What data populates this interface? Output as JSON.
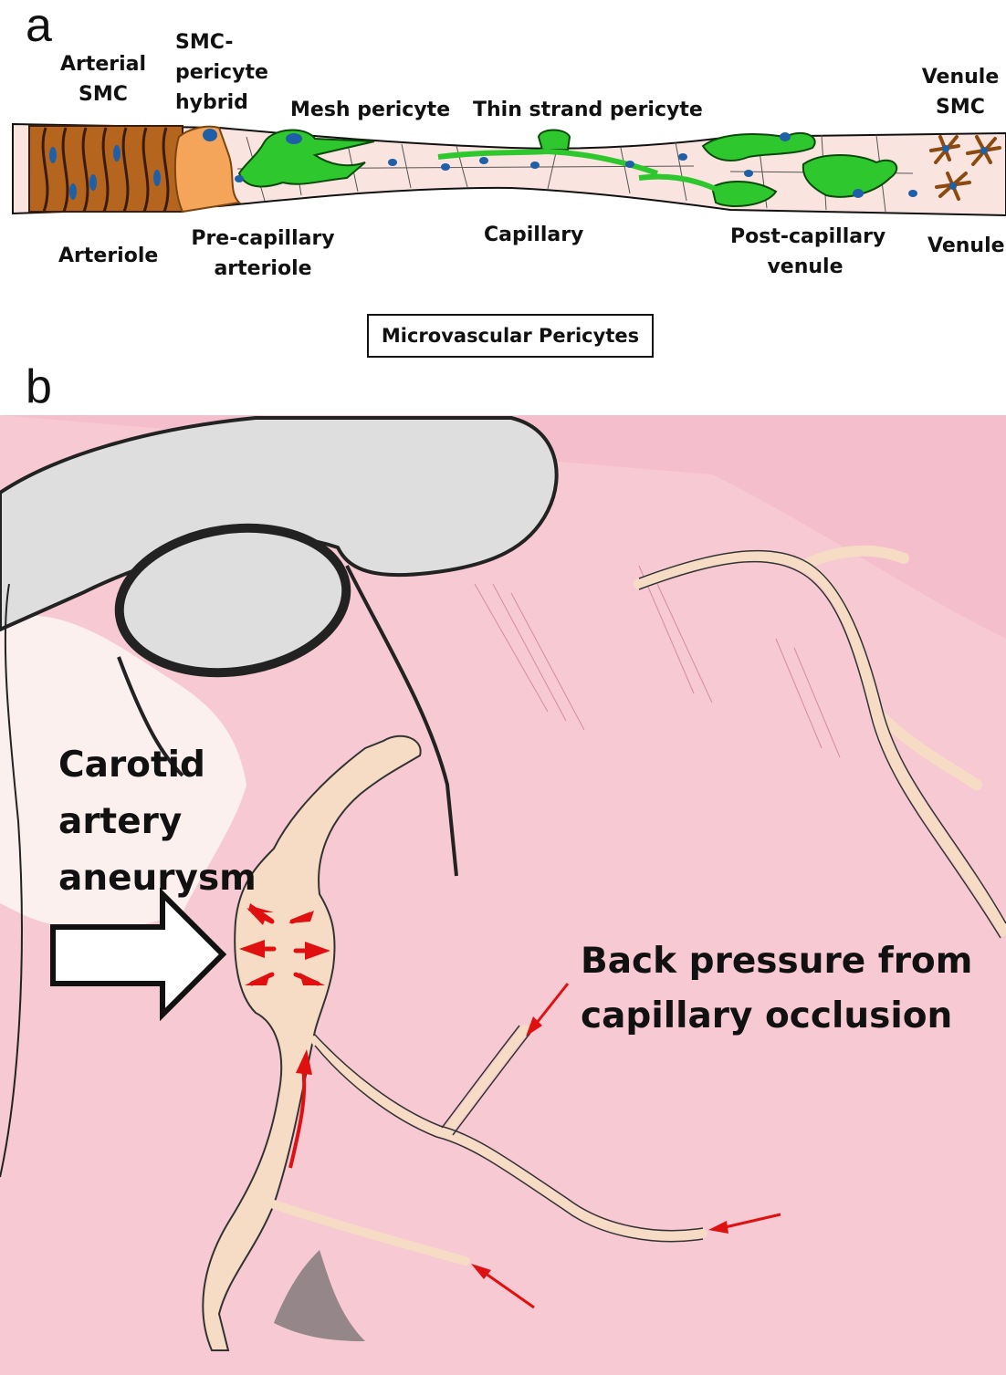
{
  "panel_a": {
    "letter": "a",
    "labels": {
      "arterial_smc_1": "Arterial",
      "arterial_smc_2": "SMC",
      "hybrid_1": "SMC-",
      "hybrid_2": "pericyte",
      "hybrid_3": "hybrid",
      "mesh": "Mesh pericyte",
      "thin": "Thin strand pericyte",
      "venule_smc_1": "Venule",
      "venule_smc_2": "SMC",
      "arteriole": "Arteriole",
      "precap_1": "Pre-capillary",
      "precap_2": "arteriole",
      "capillary": "Capillary",
      "postcap_1": "Post-capillary",
      "postcap_2": "venule",
      "venule": "Venule"
    },
    "box_title": "Microvascular Pericytes"
  },
  "panel_b": {
    "letter": "b",
    "aneurysm_1": "Carotid",
    "aneurysm_2": "artery",
    "aneurysm_3": "aneurysm",
    "backpressure_1": "Back pressure from",
    "backpressure_2": "capillary occlusion"
  },
  "colors": {
    "arteriole_smc": "#b5651d",
    "hybrid": "#f5a55a",
    "pericyte": "#2ec82e",
    "vessel_wall": "#f9e4e0",
    "nucleus": "#1f5fa8",
    "tissue": "#f7c9d3",
    "bone": "#dedede",
    "artery": "#f6dcc5",
    "arrow_red": "#e01010"
  }
}
